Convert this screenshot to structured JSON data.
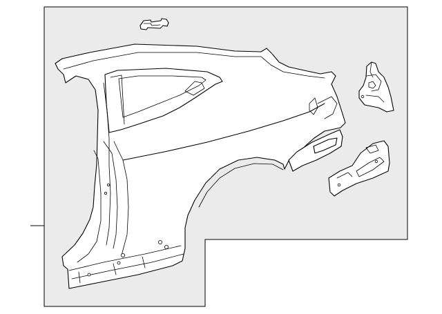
{
  "diagram": {
    "background_color": "#ebebeb",
    "line_color": "#000000",
    "parts": [
      {
        "id": "quarter-panel",
        "icon": "rear-quarter-panel-outline"
      },
      {
        "id": "small-clip",
        "icon": "clip-bracket-outline"
      },
      {
        "id": "upper-bracket",
        "icon": "taillamp-bracket-outline"
      },
      {
        "id": "lower-extension",
        "icon": "lower-extension-outline"
      },
      {
        "id": "inner-reinforcement",
        "icon": "reinforcement-outline"
      }
    ]
  }
}
